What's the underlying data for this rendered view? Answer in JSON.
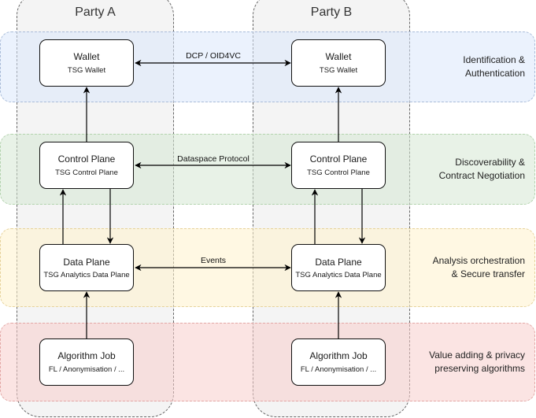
{
  "parties": [
    {
      "name": "Party A"
    },
    {
      "name": "Party B"
    }
  ],
  "bands": [
    {
      "id": "identification",
      "label": "Identification &\nAuthentication",
      "color": "#dae8fc"
    },
    {
      "id": "discoverability",
      "label": "Discoverability &\nContract Negotiation",
      "color": "#d5e8d4"
    },
    {
      "id": "analysis",
      "label": "Analysis orchestration\n& Secure transfer",
      "color": "#fff2cc"
    },
    {
      "id": "algorithms",
      "label": "Value adding & privacy\npreserving algorithms",
      "color": "#f8cecc"
    }
  ],
  "nodes": {
    "a_wallet": {
      "title": "Wallet",
      "subtitle": "TSG Wallet"
    },
    "b_wallet": {
      "title": "Wallet",
      "subtitle": "TSG Wallet"
    },
    "a_control": {
      "title": "Control Plane",
      "subtitle": "TSG Control Plane"
    },
    "b_control": {
      "title": "Control Plane",
      "subtitle": "TSG Control Plane"
    },
    "a_data": {
      "title": "Data Plane",
      "subtitle": "TSG Analytics Data Plane"
    },
    "b_data": {
      "title": "Data Plane",
      "subtitle": "TSG Analytics Data Plane"
    },
    "a_algo": {
      "title": "Algorithm Job",
      "subtitle": "FL / Anonymisation / ..."
    },
    "b_algo": {
      "title": "Algorithm Job",
      "subtitle": "FL / Anonymisation / ..."
    }
  },
  "edges": [
    {
      "from": "a_wallet",
      "to": "b_wallet",
      "label": "DCP / OID4VC",
      "bidirectional": true
    },
    {
      "from": "a_control",
      "to": "b_control",
      "label": "Dataspace Protocol",
      "bidirectional": true
    },
    {
      "from": "a_data",
      "to": "b_data",
      "label": "Events",
      "bidirectional": true
    },
    {
      "from": "a_control",
      "to": "a_wallet",
      "label": "",
      "bidirectional": false
    },
    {
      "from": "b_control",
      "to": "b_wallet",
      "label": "",
      "bidirectional": false
    },
    {
      "from": "a_data",
      "to": "a_control",
      "label": "",
      "bidirectional": false
    },
    {
      "from": "a_control",
      "to": "a_data",
      "label": "",
      "bidirectional": false
    },
    {
      "from": "b_data",
      "to": "b_control",
      "label": "",
      "bidirectional": false
    },
    {
      "from": "b_control",
      "to": "b_data",
      "label": "",
      "bidirectional": false
    },
    {
      "from": "a_algo",
      "to": "a_data",
      "label": "",
      "bidirectional": false
    },
    {
      "from": "b_algo",
      "to": "b_data",
      "label": "",
      "bidirectional": false
    }
  ]
}
